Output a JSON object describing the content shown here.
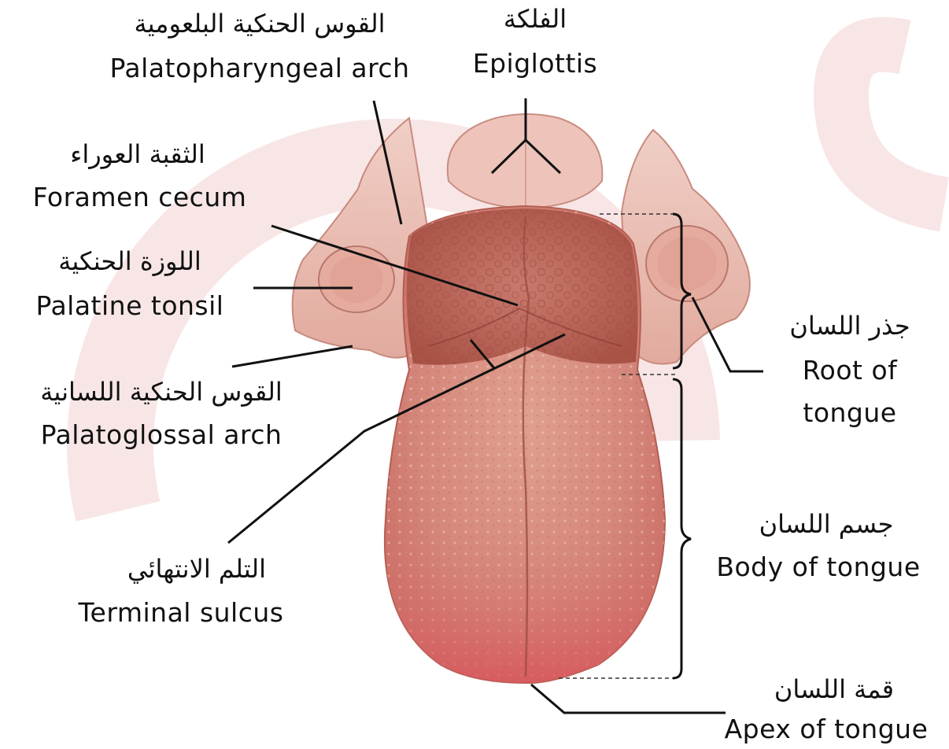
{
  "colors": {
    "watermark": "#f7e3e3",
    "tongue_main": "#d98a7c",
    "tongue_dark": "#b85c52",
    "tongue_tip": "#d9666a",
    "mucosa": "#ecc2b8",
    "leader_line": "#111111"
  },
  "labels": {
    "palatopharyngeal": {
      "ar": "القوس الحنكية البلعومية",
      "en": "Palatopharyngeal arch"
    },
    "epiglottis": {
      "ar": "الفلكة",
      "en": "Epiglottis"
    },
    "foramen_cecum": {
      "ar": "الثقبة العوراء",
      "en": "Foramen cecum"
    },
    "palatine_tonsil": {
      "ar": "اللوزة الحنكية",
      "en": "Palatine tonsil"
    },
    "palatoglossal": {
      "ar": "القوس الحنكية اللسانية",
      "en": "Palatoglossal arch"
    },
    "terminal_sulcus": {
      "ar": "التلم الانتهائي",
      "en": "Terminal sulcus"
    },
    "root": {
      "ar": "جذر اللسان",
      "en_line1": "Root of",
      "en_line2": "tongue"
    },
    "body": {
      "ar": "جسم اللسان",
      "en": "Body of tongue"
    },
    "apex": {
      "ar": "قمة اللسان",
      "en": "Apex of tongue"
    }
  }
}
